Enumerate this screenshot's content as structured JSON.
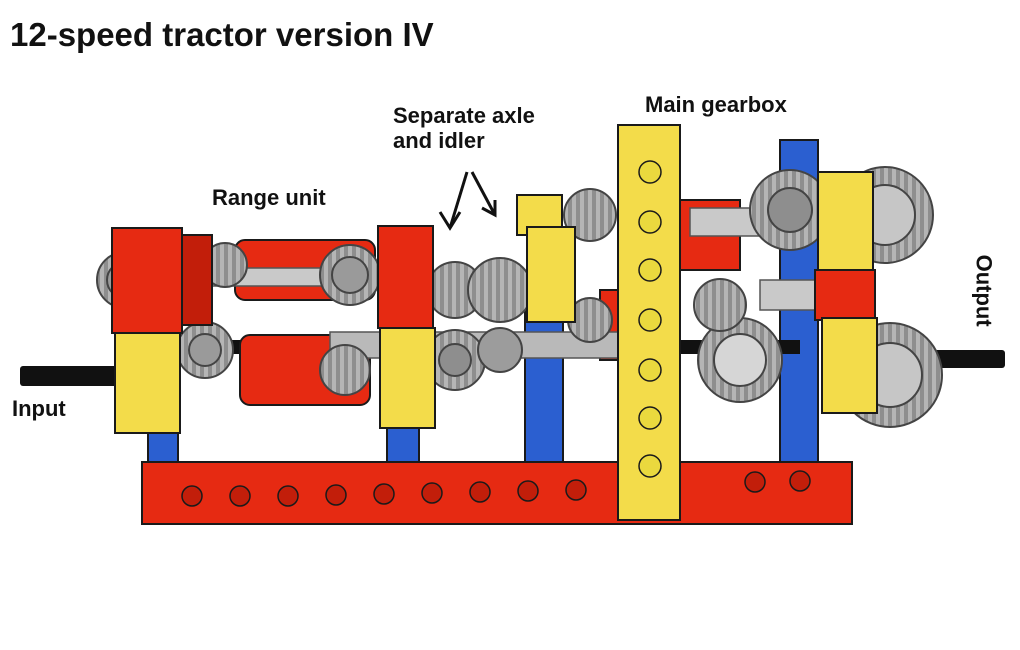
{
  "title": "12-speed tractor version IV",
  "labels": {
    "range_unit": "Range unit",
    "separate_axle_line1": "Separate axle",
    "separate_axle_line2": "and idler",
    "main_gearbox": "Main gearbox",
    "input": "Input",
    "output": "Output"
  },
  "colors": {
    "frame_red": "#e62a12",
    "beam_yellow": "#f3dc4a",
    "beam_blue": "#2b5fd0",
    "gear_gray": "#a8a8a8",
    "axle_black": "#111111",
    "outline": "#1a1a1a"
  }
}
